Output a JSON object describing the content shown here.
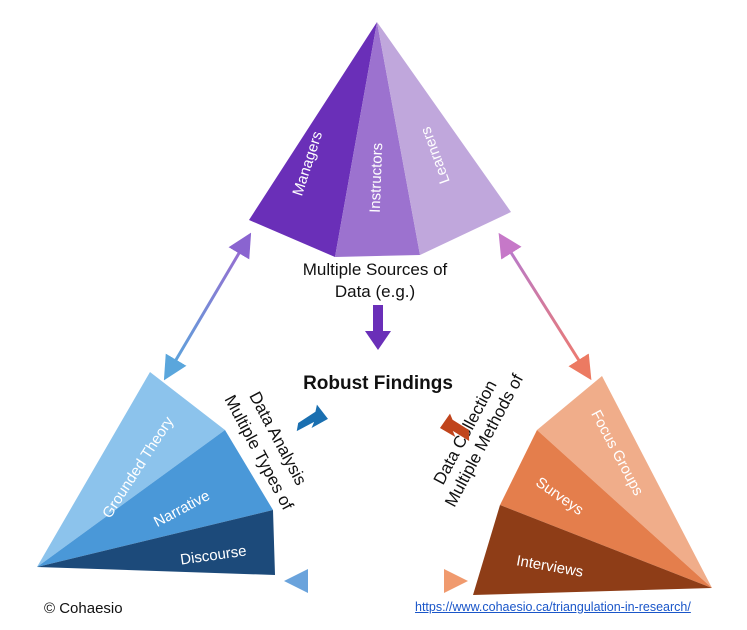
{
  "center": {
    "title": "Robust Findings"
  },
  "top_group": {
    "caption_line1": "Multiple Sources of",
    "caption_line2": "Data (e.g.)",
    "segments": [
      "Managers",
      "Instructors",
      "Learners"
    ],
    "colors": [
      "#6a2fb8",
      "#9c72cf",
      "#c0a7dc"
    ]
  },
  "left_group": {
    "caption_line1": "Multiple Types of",
    "caption_line2": "Data Analysis",
    "segments": [
      "Grounded Theory",
      "Narrative",
      "Discourse"
    ],
    "colors": [
      "#8cc3ec",
      "#4a98d8",
      "#1c4a7a"
    ]
  },
  "right_group": {
    "caption_line1": "Multiple Methods of",
    "caption_line2": "Data Collection",
    "segments": [
      "Focus Groups",
      "Surveys",
      "Interviews"
    ],
    "colors": [
      "#f0ad8a",
      "#e47e4c",
      "#8e3d17"
    ]
  },
  "footer": {
    "copyright": "© Cohaesio",
    "url": "https://www.cohaesio.ca/triangulation-in-research/"
  }
}
